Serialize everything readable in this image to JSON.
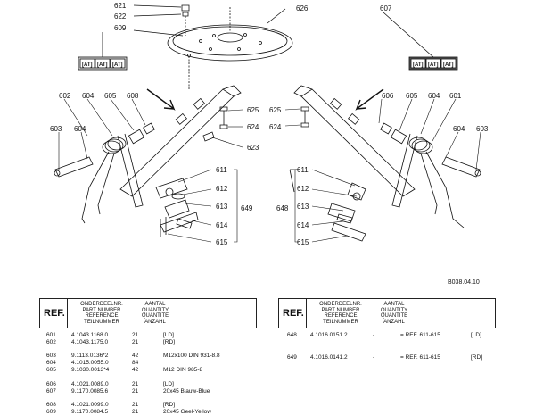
{
  "diagram": {
    "code": "B038.04.10",
    "callouts_top": [
      "621",
      "622",
      "609",
      "626",
      "607"
    ],
    "callouts_left": [
      "602",
      "604",
      "605",
      "608",
      "603",
      "604",
      "611",
      "612",
      "613",
      "614",
      "615",
      "649"
    ],
    "callouts_center": [
      "625",
      "624",
      "623",
      "625",
      "624"
    ],
    "callouts_right": [
      "606",
      "605",
      "604",
      "601",
      "604",
      "603",
      "611",
      "612",
      "613",
      "614",
      "615",
      "648"
    ],
    "badge": "[AT]"
  },
  "table_left": {
    "ref": "REF.",
    "col_part": [
      "ONDERDEELNR.",
      "PART NUMBER",
      "REFERENCE",
      "TEILNUMMER"
    ],
    "col_qty": [
      "AANTAL",
      "QUANTITY",
      "QUANTITE",
      "ANZAHL"
    ],
    "rows": [
      {
        "ref": "601",
        "part": "4.1043.1168.0",
        "qty": "21",
        "desc": "[LD]"
      },
      {
        "ref": "602",
        "part": "4.1043.1175.0",
        "qty": "21",
        "desc": "[RD]"
      },
      {
        "ref": "603",
        "part": "9.1113.0136*2",
        "qty": "42",
        "desc": "M12x100 DIN 931-8.8"
      },
      {
        "ref": "604",
        "part": "4.1015.0055.0",
        "qty": "84",
        "desc": ""
      },
      {
        "ref": "605",
        "part": "9.1030.0013*4",
        "qty": "42",
        "desc": "M12 DIN 985-8"
      },
      {
        "ref": "606",
        "part": "4.1021.0089.0",
        "qty": "21",
        "desc": "[LD]"
      },
      {
        "ref": "607",
        "part": "9.1170.0085.6",
        "qty": "21",
        "desc": "20x45 Blauw-Blue"
      },
      {
        "ref": "608",
        "part": "4.1021.0099.0",
        "qty": "21",
        "desc": "[RD]"
      },
      {
        "ref": "609",
        "part": "9.1170.0084.5",
        "qty": "21",
        "desc": "20x45 Geel-Yellow"
      }
    ]
  },
  "table_right": {
    "ref": "REF.",
    "col_part": [
      "ONDERDEELNR.",
      "PART NUMBER",
      "REFERENCE",
      "TEILNUMMER"
    ],
    "col_qty": [
      "AANTAL",
      "QUANTITY",
      "QUANTITE",
      "ANZAHL"
    ],
    "rows": [
      {
        "ref": "648",
        "part": "4.1016.0151.2",
        "qty": "-",
        "desc": "= REF. 611-615",
        "side": "[LD]"
      },
      {
        "ref": "649",
        "part": "4.1016.0141.2",
        "qty": "-",
        "desc": "= REF. 611-615",
        "side": "[RD]"
      }
    ]
  }
}
